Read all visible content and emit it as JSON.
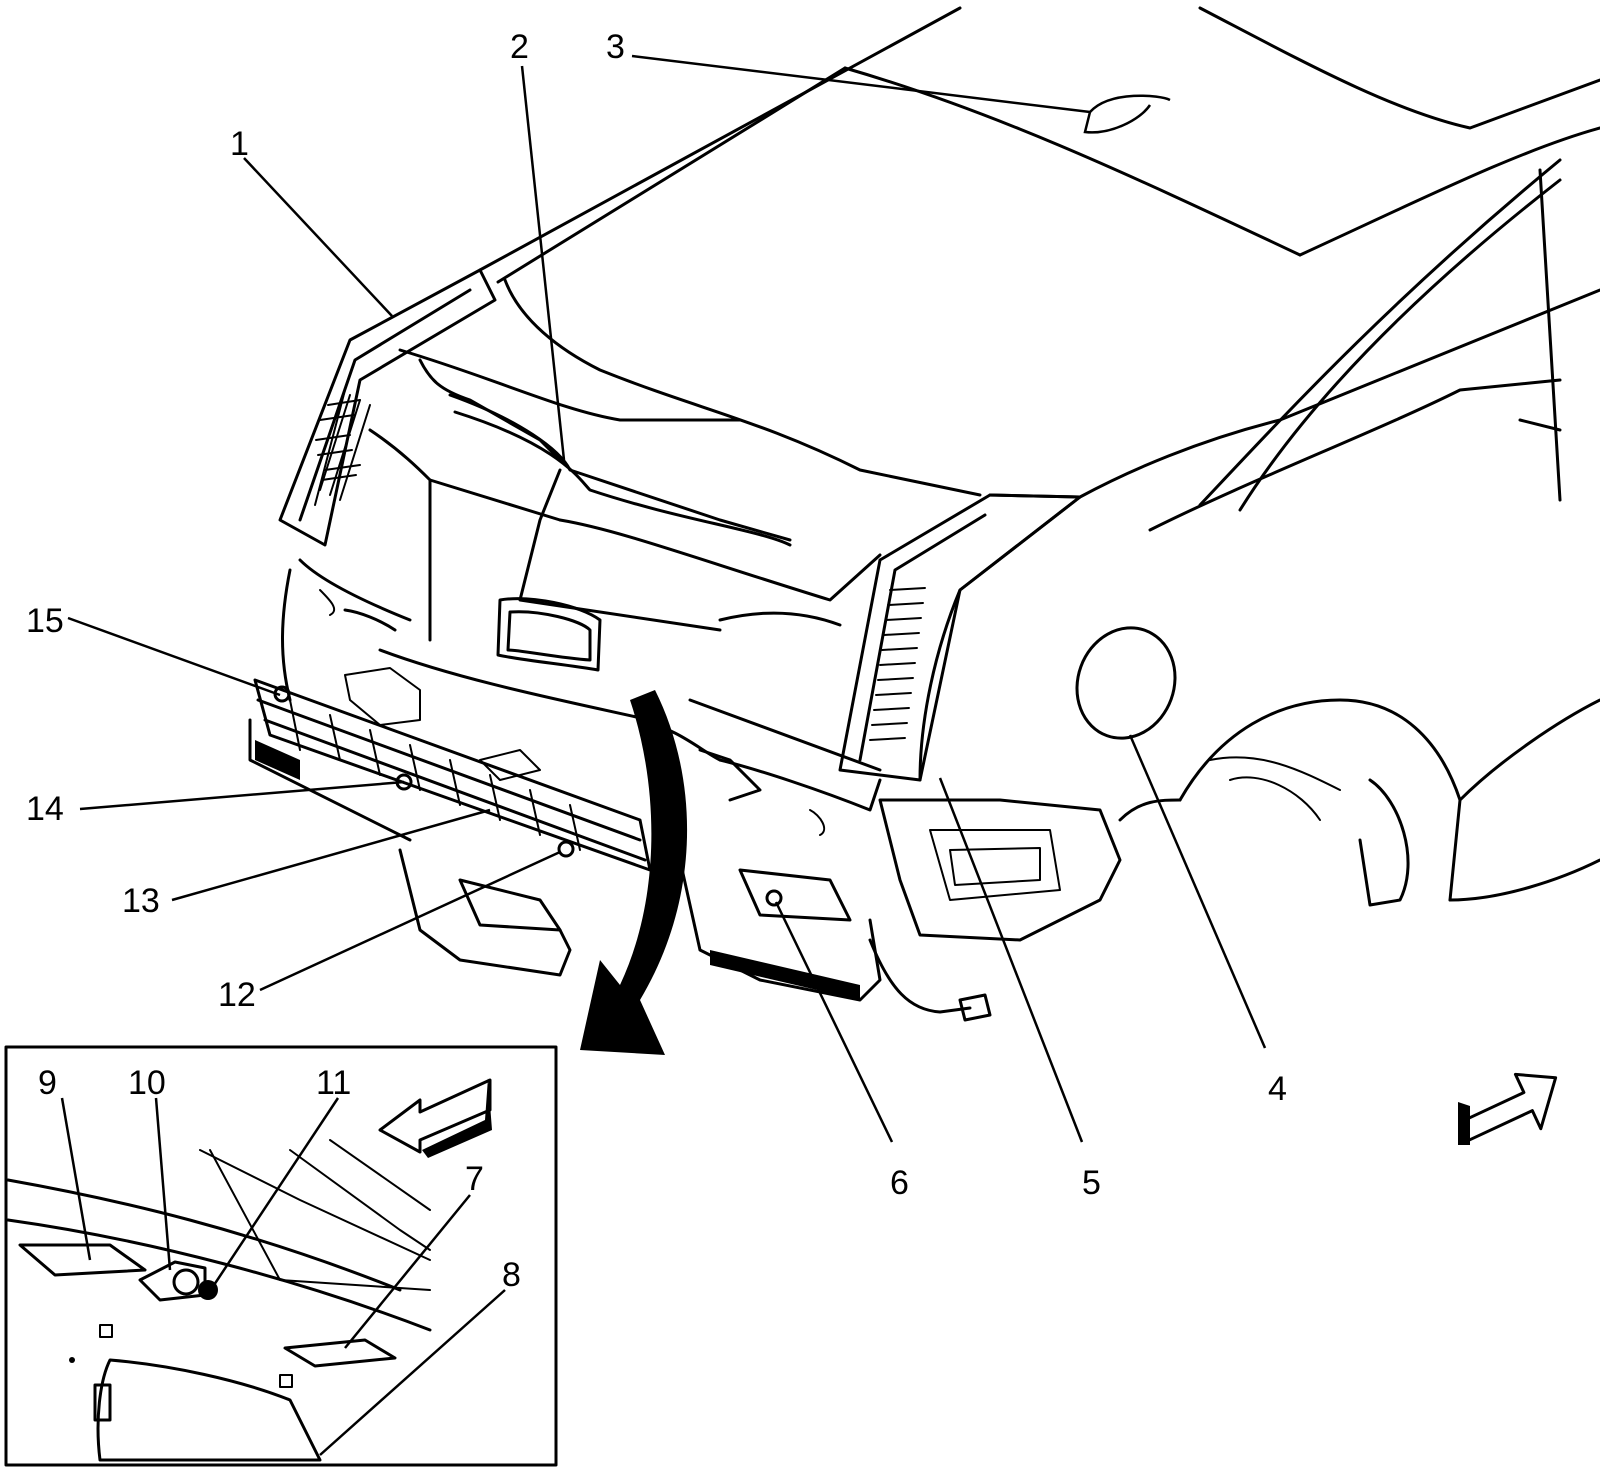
{
  "diagram": {
    "callouts": {
      "c1": "1",
      "c2": "2",
      "c3": "3",
      "c4": "4",
      "c5": "5",
      "c6": "6",
      "c7": "7",
      "c8": "8",
      "c9": "9",
      "c10": "10",
      "c11": "11",
      "c12": "12",
      "c13": "13",
      "c14": "14",
      "c15": "15"
    },
    "colors": {
      "line": "#000000",
      "background": "#ffffff"
    },
    "icons": [
      "front-direction-arrow-icon",
      "detail-direction-arrow-icon",
      "detail-view-curved-arrow-icon"
    ]
  }
}
